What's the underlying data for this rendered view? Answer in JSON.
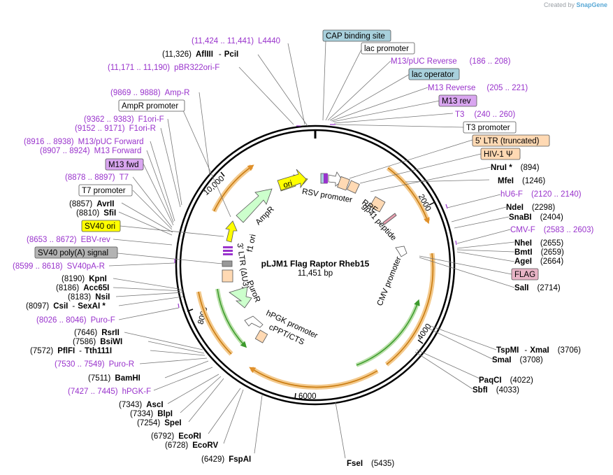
{
  "brand": {
    "prefix": "Created by",
    "name": "SnapGene"
  },
  "plasmid": {
    "name": "pLJM1 Flag Raptor Rheb15",
    "length": "11,451 bp"
  },
  "ticks": [
    "2000",
    "4000",
    "6000",
    "8000",
    "10,000"
  ],
  "inner_features": {
    "ori": "ori",
    "ampr": "AmpR",
    "f1ori": "f1 ori",
    "ltr3": "3' LTR (ΔU3)",
    "puror": "PuroR",
    "hpgk": "hPGK promoter",
    "cppt": "cPPT/CTS",
    "rsv": "RSV promoter",
    "rre": "RRE",
    "gp41": "gp41 peptide",
    "cmv": "CMV promoter"
  },
  "boxed": {
    "cap": "CAP binding site",
    "lacp": "lac promoter",
    "lacop": "lac operator",
    "m13rev": "M13 rev",
    "t3p": "T3 promoter",
    "ltr5": "5' LTR (truncated)",
    "hiv": "HIV-1 Ψ",
    "flag": "FLAG",
    "amprp": "AmpR promoter",
    "m13fwd": "M13 fwd",
    "t7p": "T7 promoter",
    "sv40ori": "SV40 ori",
    "sv40pa": "SV40 poly(A) signal"
  },
  "labels": {
    "l4440": {
      "range": "(11,424 .. 11,441)",
      "name": "L4440"
    },
    "afliii": {
      "pos": "(11,326)",
      "name": "AflIII",
      "sep": "-",
      "name2": "PciI"
    },
    "pbr": {
      "range": "(11,171 .. 11,190)",
      "name": "pBR322ori-F"
    },
    "m13puc_rev": {
      "name": "M13/pUC Reverse",
      "range": "(186 .. 208)"
    },
    "m13_reverse": {
      "name": "M13 Reverse",
      "range": "(205 .. 221)"
    },
    "t3": {
      "name": "T3",
      "range": "(240 .. 260)"
    },
    "nrui": {
      "name": "NruI *",
      "pos": "(894)"
    },
    "mfei": {
      "name": "MfeI",
      "pos": "(1246)"
    },
    "hu6f": {
      "name": "hU6-F",
      "range": "(2120 .. 2140)"
    },
    "ndei": {
      "name": "NdeI",
      "pos": "(2298)"
    },
    "snabi": {
      "name": "SnaBI",
      "pos": "(2404)"
    },
    "cmvf": {
      "name": "CMV-F",
      "range": "(2583 .. 2603)"
    },
    "nhei": {
      "name": "NheI",
      "pos": "(2655)"
    },
    "bmti": {
      "name": "BmtI",
      "pos": "(2659)"
    },
    "agei": {
      "name": "AgeI",
      "pos": "(2664)"
    },
    "sali": {
      "name": "SalI",
      "pos": "(2714)"
    },
    "tspmi": {
      "name": "TspMI",
      "sep": "-",
      "name2": "XmaI",
      "pos": "(3706)"
    },
    "smai": {
      "name": "SmaI",
      "pos": "(3708)"
    },
    "paqci": {
      "name": "PaqCI",
      "pos": "(4022)"
    },
    "sbfi": {
      "name": "SbfI",
      "pos": "(4033)"
    },
    "fsei": {
      "name": "FseI",
      "pos": "(5435)"
    },
    "fspai": {
      "pos": "(6429)",
      "name": "FspAI"
    },
    "ecorv": {
      "pos": "(6728)",
      "name": "EcoRV"
    },
    "ecori": {
      "pos": "(6792)",
      "name": "EcoRI"
    },
    "spei": {
      "pos": "(7254)",
      "name": "SpeI"
    },
    "blpi": {
      "pos": "(7334)",
      "name": "BlpI"
    },
    "asci": {
      "pos": "(7343)",
      "name": "AscI"
    },
    "hpgkf": {
      "range": "(7427 .. 7445)",
      "name": "hPGK-F"
    },
    "bamhi": {
      "pos": "(7511)",
      "name": "BamHI"
    },
    "purorev": {
      "range": "(7530 .. 7549)",
      "name": "Puro-R"
    },
    "pflfi": {
      "pos": "(7572)",
      "name": "PflFI",
      "sep": "-",
      "name2": "Tth111I"
    },
    "bsiwi": {
      "pos": "(7586)",
      "name": "BsiWI"
    },
    "rsrii": {
      "pos": "(7646)",
      "name": "RsrII"
    },
    "purof": {
      "range": "(8026 .. 8046)",
      "name": "Puro-F"
    },
    "csii": {
      "pos": "(8097)",
      "name": "CsiI",
      "sep": "-",
      "name2": "SexAI *"
    },
    "nsii": {
      "pos": "(8183)",
      "name": "NsiI"
    },
    "acc65i": {
      "pos": "(8186)",
      "name": "Acc65I"
    },
    "kpni": {
      "pos": "(8190)",
      "name": "KpnI"
    },
    "sv40par": {
      "range": "(8599 .. 8618)",
      "name": "SV40pA-R"
    },
    "ebvrev": {
      "range": "(8653 .. 8672)",
      "name": "EBV-rev"
    },
    "sfii": {
      "pos": "(8810)",
      "name": "SfiI"
    },
    "avrii": {
      "pos": "(8857)",
      "name": "AvrII"
    },
    "t7": {
      "range": "(8878 .. 8897)",
      "name": "T7"
    },
    "m13_forward": {
      "range": "(8907 .. 8924)",
      "name": "M13 Forward"
    },
    "m13puc_fwd": {
      "range": "(8916 .. 8938)",
      "name": "M13/pUC Forward"
    },
    "f1orir": {
      "range": "(9152 .. 9171)",
      "name": "F1ori-R"
    },
    "f1orif": {
      "range": "(9362 .. 9383)",
      "name": "F1ori-F"
    },
    "ampr_primer": {
      "range": "(9869 .. 9888)",
      "name": "Amp-R"
    }
  },
  "colors": {
    "primer": "#9933cc",
    "ori": "#ffff00",
    "ampr": "#ccffcc",
    "ltr": "#ffd9b3",
    "cap": "#a8d0dc",
    "m13rev_box": "#d9a6f0",
    "flag_box": "#e8b4c6",
    "sv40pa_box": "#b3b3b3",
    "arc_orange": "#e0902a",
    "arc_green": "#3c9a2c"
  }
}
